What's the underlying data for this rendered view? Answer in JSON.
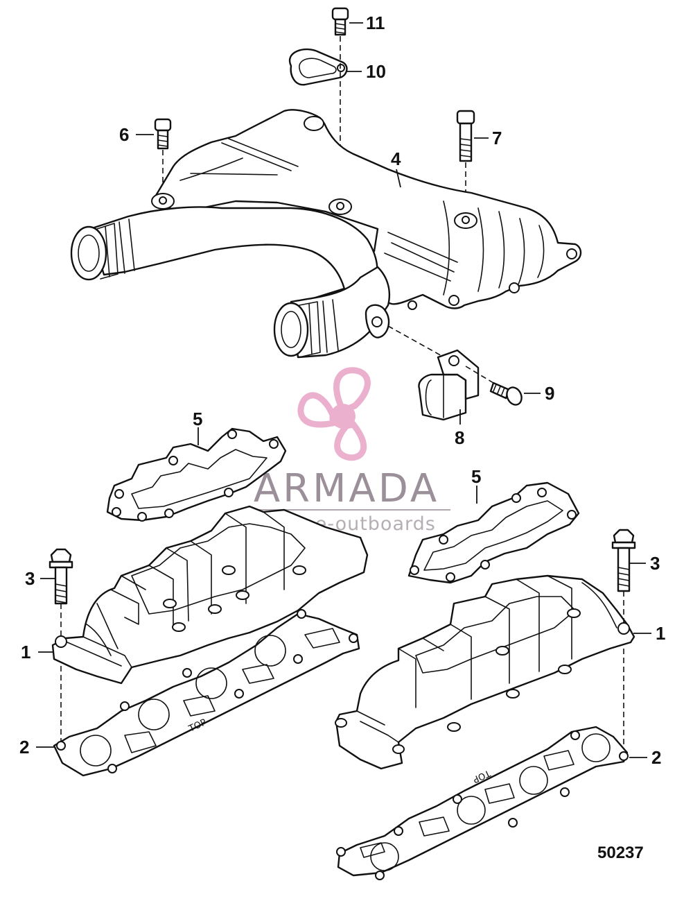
{
  "figure_number": "50237",
  "watermark": {
    "brand": "ARMADA",
    "tagline": "marine-outboards",
    "logo": "propeller-logo",
    "color": "#e9a3c7"
  },
  "callouts": [
    {
      "id": "c11",
      "label": "11"
    },
    {
      "id": "c10",
      "label": "10"
    },
    {
      "id": "c6",
      "label": "6"
    },
    {
      "id": "c7",
      "label": "7"
    },
    {
      "id": "c4",
      "label": "4"
    },
    {
      "id": "c9",
      "label": "9"
    },
    {
      "id": "c8",
      "label": "8"
    },
    {
      "id": "c5a",
      "label": "5"
    },
    {
      "id": "c5b",
      "label": "5"
    },
    {
      "id": "c3a",
      "label": "3"
    },
    {
      "id": "c3b",
      "label": "3"
    },
    {
      "id": "c1a",
      "label": "1"
    },
    {
      "id": "c1b",
      "label": "1"
    },
    {
      "id": "c2a",
      "label": "2"
    },
    {
      "id": "c2b",
      "label": "2"
    }
  ],
  "gasket_marks": {
    "left": "TOP",
    "right": "TOP"
  }
}
